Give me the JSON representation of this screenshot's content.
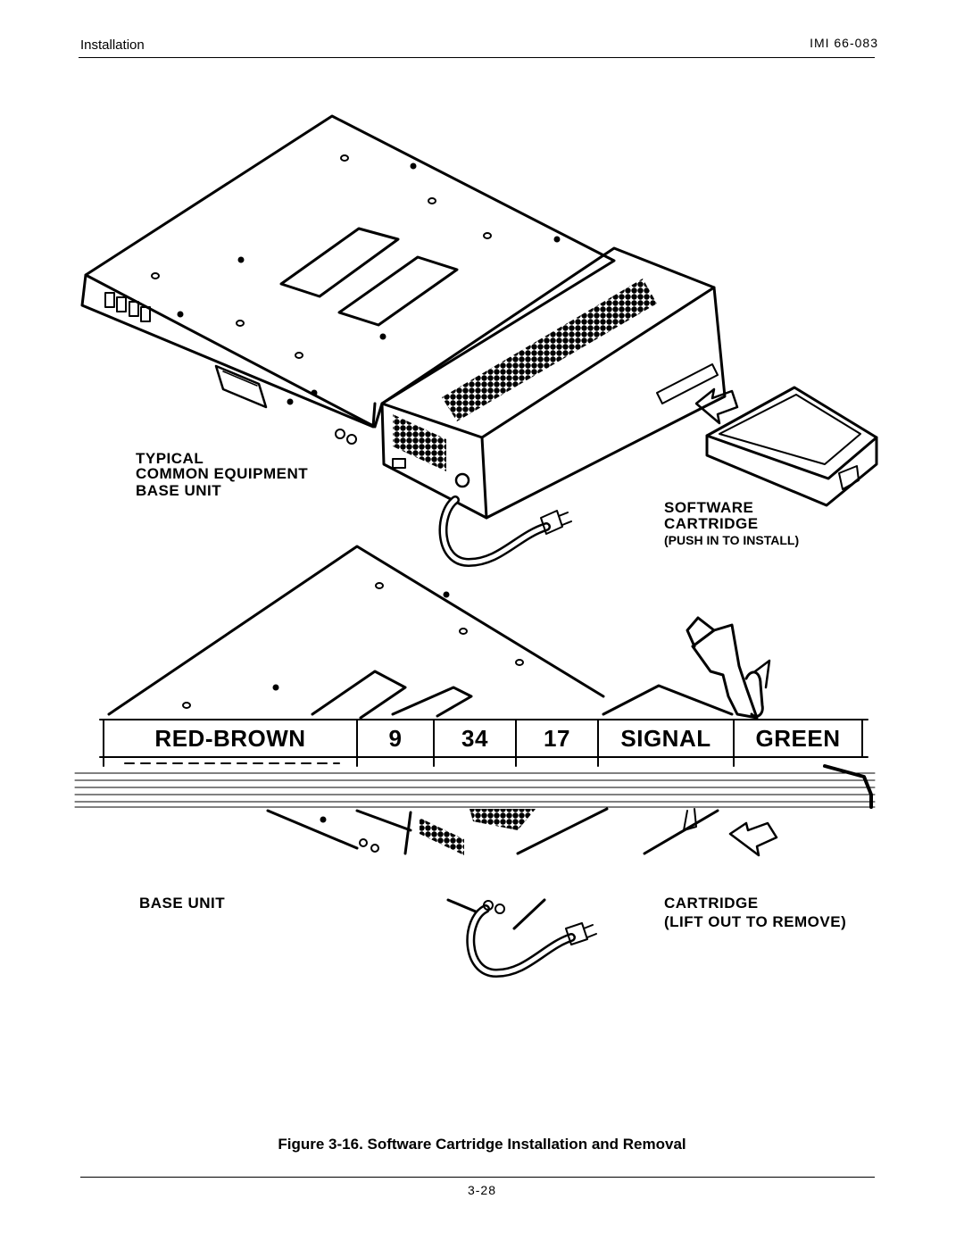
{
  "header": {
    "left": "Installation",
    "right": "IMI 66-083"
  },
  "figure": {
    "top_labels": {
      "base_unit": [
        "TYPICAL",
        "COMMON EQUIPMENT",
        "BASE UNIT"
      ],
      "cartridge": [
        "SOFTWARE",
        "CARTRIDGE",
        "(PUSH IN TO INSTALL)"
      ]
    },
    "bottom_labels": {
      "base_unit": "BASE UNIT",
      "cartridge": [
        "CARTRIDGE",
        "(LIFT OUT TO REMOVE)"
      ]
    },
    "overlay_row": [
      "RED-BROWN",
      "9",
      "34",
      "17",
      "SIGNAL",
      "GREEN"
    ]
  },
  "caption": {
    "prefix": "Figure 3-16. Software Cartridge",
    "mid": "Installation",
    "suffix": "and Removal"
  },
  "footer": {
    "page_number": "3-28"
  }
}
